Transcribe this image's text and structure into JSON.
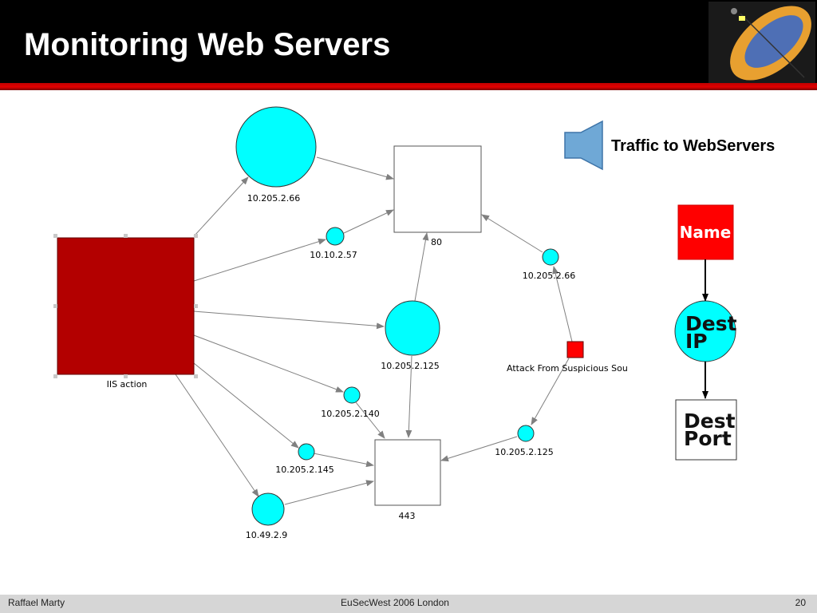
{
  "slide": {
    "title": "Monitoring Web Servers",
    "footer_left": "Raffael Marty",
    "footer_center": "EuSecWest 2006 London",
    "page_number": "20"
  },
  "colors": {
    "header_bg": "#000000",
    "accent_bar": "#cc0000",
    "source_node": "#b30000",
    "ip_node": "#00ffff",
    "port_node": "#ffffff",
    "alert_node": "#ff0000",
    "edge": "#808080",
    "legend_name": "#ff0000"
  },
  "graph": {
    "source": {
      "label": "IIS action"
    },
    "ips": [
      {
        "id": "ip1",
        "label": "10.205.2.66"
      },
      {
        "id": "ip2",
        "label": "10.10.2.57"
      },
      {
        "id": "ip3",
        "label": "10.205.2.125"
      },
      {
        "id": "ip4",
        "label": "10.205.2.140"
      },
      {
        "id": "ip5",
        "label": "10.205.2.145"
      },
      {
        "id": "ip6",
        "label": "10.49.2.9"
      },
      {
        "id": "ip7",
        "label": "10.205.2.66"
      },
      {
        "id": "ip8",
        "label": "10.205.2.125"
      }
    ],
    "ports": [
      {
        "id": "p80",
        "label": "80"
      },
      {
        "id": "p443",
        "label": "443"
      }
    ],
    "alert": {
      "label": "Attack From Suspicious Sou"
    },
    "edges": [
      {
        "from": "iis",
        "to": "ip1"
      },
      {
        "from": "iis",
        "to": "ip2"
      },
      {
        "from": "iis",
        "to": "ip3"
      },
      {
        "from": "iis",
        "to": "ip4"
      },
      {
        "from": "iis",
        "to": "ip5"
      },
      {
        "from": "iis",
        "to": "ip6"
      },
      {
        "from": "ip1",
        "to": "p80"
      },
      {
        "from": "ip2",
        "to": "p80"
      },
      {
        "from": "ip3",
        "to": "p80"
      },
      {
        "from": "ip3",
        "to": "p443"
      },
      {
        "from": "ip4",
        "to": "p443"
      },
      {
        "from": "ip5",
        "to": "p443"
      },
      {
        "from": "ip6",
        "to": "p443"
      },
      {
        "from": "alert",
        "to": "ip7"
      },
      {
        "from": "ip7",
        "to": "p80"
      },
      {
        "from": "alert",
        "to": "ip8"
      },
      {
        "from": "ip8",
        "to": "p443"
      }
    ]
  },
  "legend": {
    "traffic_label": "Traffic to WebServers",
    "name_box": "Name",
    "dest_ip_line1": "Dest",
    "dest_ip_line2": "IP",
    "dest_port_line1": "Dest",
    "dest_port_line2": "Port"
  }
}
